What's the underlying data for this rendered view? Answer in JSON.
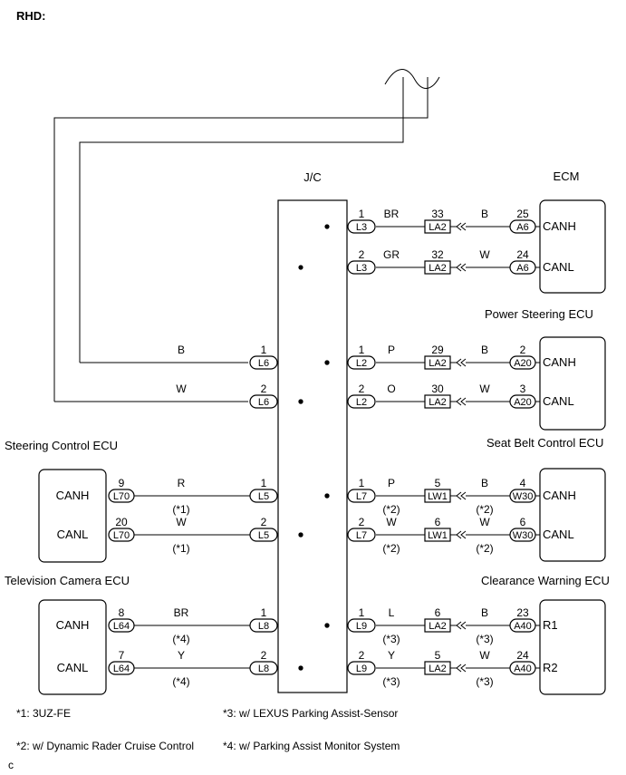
{
  "title": "RHD:",
  "jc": {
    "label": "J/C"
  },
  "components": {
    "ecm": {
      "name": "ECM",
      "pins": [
        "CANH",
        "CANL"
      ]
    },
    "ps": {
      "name": "Power Steering ECU",
      "pins": [
        "CANH",
        "CANL"
      ]
    },
    "sb": {
      "name": "Seat Belt Control ECU",
      "pins": [
        "CANH",
        "CANL"
      ]
    },
    "cw": {
      "name": "Clearance Warning ECU",
      "pins": [
        "R1",
        "R2"
      ]
    },
    "sc": {
      "name": "Steering Control ECU",
      "pins": [
        "CANH",
        "CANL"
      ]
    },
    "tv": {
      "name": "Television Camera ECU",
      "pins": [
        "CANH",
        "CANL"
      ]
    }
  },
  "jc_left": [
    {
      "pin": "1",
      "conn": "L6",
      "color": "B",
      "note": ""
    },
    {
      "pin": "2",
      "conn": "L6",
      "color": "W",
      "note": ""
    },
    {
      "pin": "1",
      "conn": "L5",
      "color": "R",
      "note": "(*1)"
    },
    {
      "pin": "2",
      "conn": "L5",
      "color": "W",
      "note": "(*1)"
    },
    {
      "pin": "1",
      "conn": "L8",
      "color": "BR",
      "note": "(*4)"
    },
    {
      "pin": "2",
      "conn": "L8",
      "color": "Y",
      "note": "(*4)"
    }
  ],
  "left_ecu_pins": [
    {
      "pin": "9",
      "conn": "L70"
    },
    {
      "pin": "20",
      "conn": "L70"
    },
    {
      "pin": "8",
      "conn": "L64"
    },
    {
      "pin": "7",
      "conn": "L64"
    }
  ],
  "right_rows": [
    {
      "jc_pin": "1",
      "jc_conn": "L3",
      "color1": "BR",
      "note1": "",
      "mid_pin": "33",
      "mid_conn": "LA2",
      "color2": "B",
      "note2": "",
      "ecu_pin": "25",
      "ecu_conn": "A6"
    },
    {
      "jc_pin": "2",
      "jc_conn": "L3",
      "color1": "GR",
      "note1": "",
      "mid_pin": "32",
      "mid_conn": "LA2",
      "color2": "W",
      "note2": "",
      "ecu_pin": "24",
      "ecu_conn": "A6"
    },
    {
      "jc_pin": "1",
      "jc_conn": "L2",
      "color1": "P",
      "note1": "",
      "mid_pin": "29",
      "mid_conn": "LA2",
      "color2": "B",
      "note2": "",
      "ecu_pin": "2",
      "ecu_conn": "A20"
    },
    {
      "jc_pin": "2",
      "jc_conn": "L2",
      "color1": "O",
      "note1": "",
      "mid_pin": "30",
      "mid_conn": "LA2",
      "color2": "W",
      "note2": "",
      "ecu_pin": "3",
      "ecu_conn": "A20"
    },
    {
      "jc_pin": "1",
      "jc_conn": "L7",
      "color1": "P",
      "note1": "(*2)",
      "mid_pin": "5",
      "mid_conn": "LW1",
      "color2": "B",
      "note2": "(*2)",
      "ecu_pin": "4",
      "ecu_conn": "W30"
    },
    {
      "jc_pin": "2",
      "jc_conn": "L7",
      "color1": "W",
      "note1": "(*2)",
      "mid_pin": "6",
      "mid_conn": "LW1",
      "color2": "W",
      "note2": "(*2)",
      "ecu_pin": "6",
      "ecu_conn": "W30"
    },
    {
      "jc_pin": "1",
      "jc_conn": "L9",
      "color1": "L",
      "note1": "(*3)",
      "mid_pin": "6",
      "mid_conn": "LA2",
      "color2": "B",
      "note2": "(*3)",
      "ecu_pin": "23",
      "ecu_conn": "A40"
    },
    {
      "jc_pin": "2",
      "jc_conn": "L9",
      "color1": "Y",
      "note1": "(*3)",
      "mid_pin": "5",
      "mid_conn": "LA2",
      "color2": "W",
      "note2": "(*3)",
      "ecu_pin": "24",
      "ecu_conn": "A40"
    }
  ],
  "footnotes": [
    "*1: 3UZ-FE",
    "*3: w/ LEXUS Parking Assist-Sensor",
    "*2: w/ Dynamic Rader Cruise Control",
    "*4: w/ Parking Assist Monitor System"
  ],
  "corner_mark": "c"
}
